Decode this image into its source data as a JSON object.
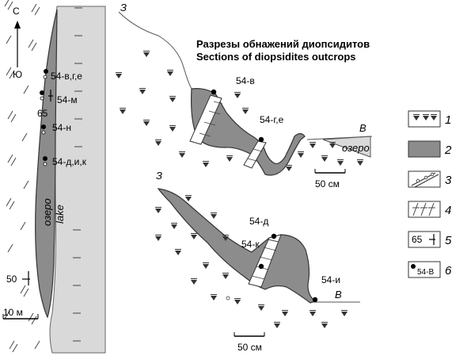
{
  "title_ru": "Разрезы обнажений диопсидитов",
  "title_en": "Sections of diopsidites outcrops",
  "map": {
    "north": "С",
    "south": "Ю",
    "labels": [
      "54-в,г,е",
      "54-м",
      "54-н",
      "54-д,и,к"
    ],
    "dip_65": "65",
    "dip_50": "50",
    "lake_ru": "озеро",
    "lake_en": "lake",
    "scale": "10 м"
  },
  "upper": {
    "labels": [
      "54-в",
      "54-г,е"
    ],
    "west": "З",
    "east": "В",
    "lake": "озеро",
    "scale": "50 см"
  },
  "lower": {
    "labels": [
      "54-д",
      "54-к",
      "54-и"
    ],
    "west": "З",
    "east": "В",
    "scale": "50 см"
  },
  "legend": [
    {
      "num": "1"
    },
    {
      "num": "2"
    },
    {
      "num": "3"
    },
    {
      "num": "4"
    },
    {
      "num": "5",
      "text": "65"
    },
    {
      "num": "6",
      "text": "54-В"
    }
  ],
  "colors": {
    "diopsidite": "#8c8c8c",
    "lake": "#d9d9d9"
  }
}
